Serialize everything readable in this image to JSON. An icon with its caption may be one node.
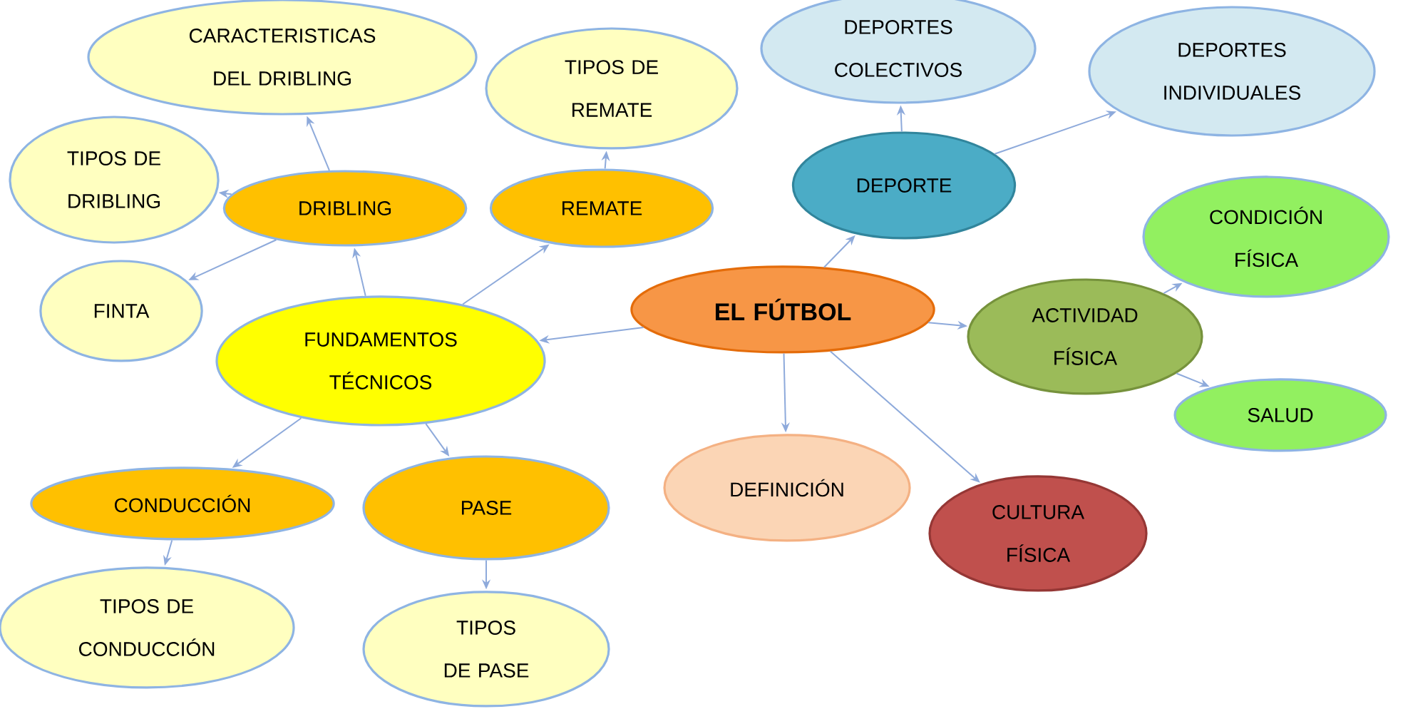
{
  "diagram": {
    "nodes": [
      {
        "text": [
          "EL FÚTBOL"
        ]
      },
      {
        "text": [
          "FUNDAMENTOS TÉCNICOS"
        ]
      },
      {
        "text": [
          "DRIBLING"
        ]
      },
      {
        "text": [
          "REMATE"
        ]
      },
      {
        "text": [
          "CARACTERISTICAS DEL DRIBLING"
        ]
      },
      {
        "text": [
          "TIPOS DE DRIBLING"
        ]
      },
      {
        "text": [
          "FINTA"
        ]
      },
      {
        "text": [
          "TIPOS DE REMATE"
        ]
      },
      {
        "text": [
          "CONDUCCIÓN"
        ]
      },
      {
        "text": [
          "PASE"
        ]
      },
      {
        "text": [
          "TIPOS DE CONDUCCIÓN"
        ]
      },
      {
        "text": [
          "TIPOS DE PASE"
        ]
      },
      {
        "text": [
          "DEPORTE"
        ]
      },
      {
        "text": [
          "DEPORTES COLECTIVOS"
        ]
      },
      {
        "text": [
          "DEPORTES INDIVIDUALES"
        ]
      },
      {
        "text": [
          "ACTIVIDAD FÍSICA"
        ]
      },
      {
        "text": [
          "CONDICIÓN FÍSICA"
        ]
      },
      {
        "text": [
          "SALUD"
        ]
      },
      {
        "text": [
          "DEFINICIÓN"
        ]
      },
      {
        "text": [
          "CULTURA FÍSICA"
        ]
      }
    ],
    "edges": [
      {
        "from": 0,
        "to": 1,
        "arrow": "to"
      },
      {
        "from": 0,
        "to": 12,
        "arrow": "to"
      },
      {
        "from": 0,
        "to": 15,
        "arrow": "to"
      },
      {
        "from": 0,
        "to": 18,
        "arrow": "to"
      },
      {
        "from": 0,
        "to": 19,
        "arrow": "to"
      },
      {
        "from": 1,
        "to": 2,
        "arrow": "to"
      },
      {
        "from": 1,
        "to": 3,
        "arrow": "to"
      },
      {
        "from": 1,
        "to": 8,
        "arrow": "to"
      },
      {
        "from": 1,
        "to": 9,
        "arrow": "to"
      },
      {
        "from": 2,
        "to": 4,
        "arrow": "to"
      },
      {
        "from": 2,
        "to": 5,
        "arrow": "to"
      },
      {
        "from": 2,
        "to": 6,
        "arrow": "to"
      },
      {
        "from": 3,
        "to": 7,
        "arrow": "to"
      },
      {
        "from": 8,
        "to": 10,
        "arrow": "to"
      },
      {
        "from": 9,
        "to": 11,
        "arrow": "to"
      },
      {
        "from": 12,
        "to": 13,
        "arrow": "to"
      },
      {
        "from": 12,
        "to": 14,
        "arrow": "to"
      },
      {
        "from": 15,
        "to": 16,
        "arrow": "to"
      },
      {
        "from": 15,
        "to": 17,
        "arrow": "to"
      }
    ]
  }
}
